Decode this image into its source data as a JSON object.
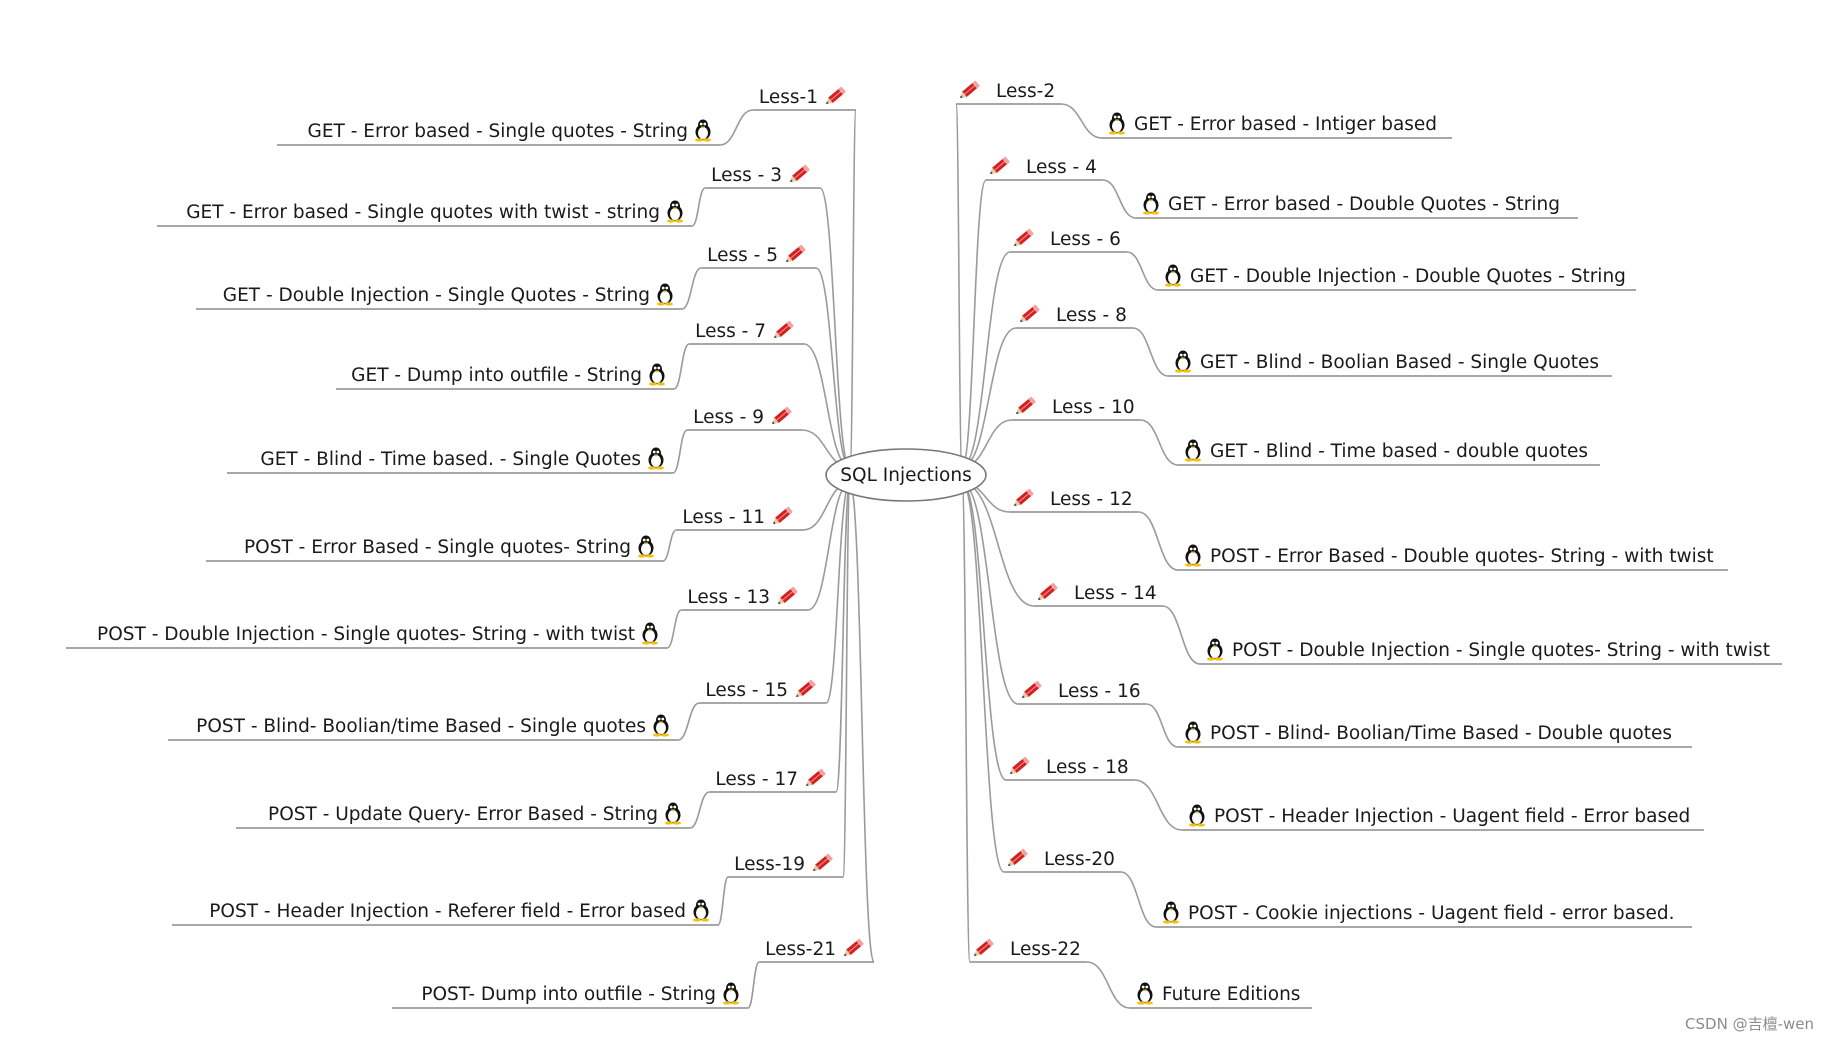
{
  "root": "SQL Injections",
  "watermark": "CSDN @吉檀-wen",
  "colors": {
    "branch": "#9a9a9a",
    "underline": "#8a8a8a",
    "root_border": "#777777",
    "pencil_body": "#d42020",
    "pencil_tip": "#e8c9a0"
  },
  "icons": {
    "lesson": "pencil-icon",
    "topic": "linux-penguin-icon"
  },
  "left": [
    {
      "lesson": "Less-1",
      "topic": "GET - Error based - Single quotes - String"
    },
    {
      "lesson": "Less - 3",
      "topic": "GET - Error based - Single quotes with twist - string"
    },
    {
      "lesson": "Less - 5",
      "topic": "GET - Double Injection - Single Quotes - String"
    },
    {
      "lesson": "Less - 7",
      "topic": "GET - Dump into outfile - String"
    },
    {
      "lesson": "Less - 9",
      "topic": "GET - Blind - Time based. -  Single Quotes"
    },
    {
      "lesson": "Less - 11",
      "topic": "POST - Error Based - Single quotes- String"
    },
    {
      "lesson": "Less - 13",
      "topic": "POST - Double Injection - Single quotes- String - with twist"
    },
    {
      "lesson": "Less - 15",
      "topic": "POST - Blind- Boolian/time Based - Single quotes"
    },
    {
      "lesson": "Less - 17",
      "topic": "POST - Update Query- Error Based - String"
    },
    {
      "lesson": "Less-19",
      "topic": "POST - Header Injection - Referer field - Error based"
    },
    {
      "lesson": "Less-21",
      "topic": "POST- Dump into outfile - String"
    }
  ],
  "right": [
    {
      "lesson": "Less-2",
      "topic": "GET - Error based - Intiger based"
    },
    {
      "lesson": "Less - 4",
      "topic": "GET - Error based - Double Quotes - String"
    },
    {
      "lesson": "Less - 6",
      "topic": "GET - Double Injection - Double Quotes - String"
    },
    {
      "lesson": "Less - 8",
      "topic": "GET - Blind - Boolian Based - Single Quotes"
    },
    {
      "lesson": "Less - 10",
      "topic": "GET - Blind - Time based - double quotes"
    },
    {
      "lesson": "Less - 12",
      "topic": "POST - Error Based - Double quotes- String - with twist"
    },
    {
      "lesson": "Less - 14",
      "topic": "POST - Double Injection - Single quotes- String - with twist"
    },
    {
      "lesson": "Less - 16",
      "topic": "POST - Blind- Boolian/Time Based - Double quotes"
    },
    {
      "lesson": "Less - 18",
      "topic": "POST - Header Injection - Uagent field - Error based"
    },
    {
      "lesson": "Less-20",
      "topic": "POST - Cookie injections - Uagent field - error based."
    },
    {
      "lesson": "Less-22",
      "topic": "Future Editions"
    }
  ]
}
